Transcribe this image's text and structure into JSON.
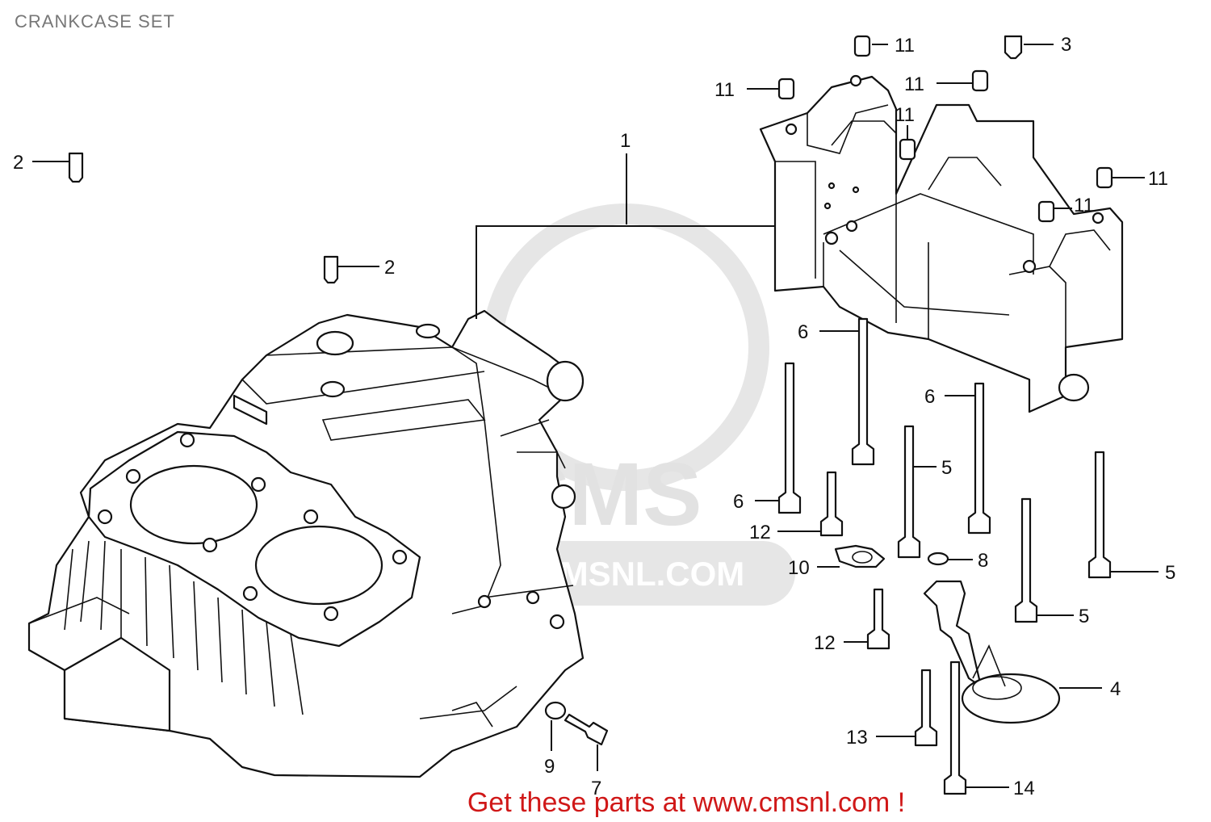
{
  "header": {
    "title": "CRANKCASE SET"
  },
  "footer": {
    "promo_text": "Get these parts at www.cmsnl.com !"
  },
  "watermark": {
    "logo_text": "CMS",
    "url_text": "WWW.CMSNL.COM"
  },
  "colors": {
    "promo": "#d01818",
    "line": "#111111",
    "watermark": "#e6e6e6",
    "title": "#777777"
  },
  "callouts": [
    {
      "id": "c1",
      "label": "1"
    },
    {
      "id": "c2a",
      "label": "2"
    },
    {
      "id": "c2b",
      "label": "2"
    },
    {
      "id": "c3",
      "label": "3"
    },
    {
      "id": "c4",
      "label": "4"
    },
    {
      "id": "c5a",
      "label": "5"
    },
    {
      "id": "c5b",
      "label": "5"
    },
    {
      "id": "c5c",
      "label": "5"
    },
    {
      "id": "c6a",
      "label": "6"
    },
    {
      "id": "c6b",
      "label": "6"
    },
    {
      "id": "c6c",
      "label": "6"
    },
    {
      "id": "c7",
      "label": "7"
    },
    {
      "id": "c8",
      "label": "8"
    },
    {
      "id": "c9",
      "label": "9"
    },
    {
      "id": "c10",
      "label": "10"
    },
    {
      "id": "c11a",
      "label": "11"
    },
    {
      "id": "c11b",
      "label": "11"
    },
    {
      "id": "c11c",
      "label": "11"
    },
    {
      "id": "c11d",
      "label": "11"
    },
    {
      "id": "c11e",
      "label": "11"
    },
    {
      "id": "c11f",
      "label": "11"
    },
    {
      "id": "c12a",
      "label": "12"
    },
    {
      "id": "c12b",
      "label": "12"
    },
    {
      "id": "c13",
      "label": "13"
    },
    {
      "id": "c14",
      "label": "14"
    }
  ]
}
